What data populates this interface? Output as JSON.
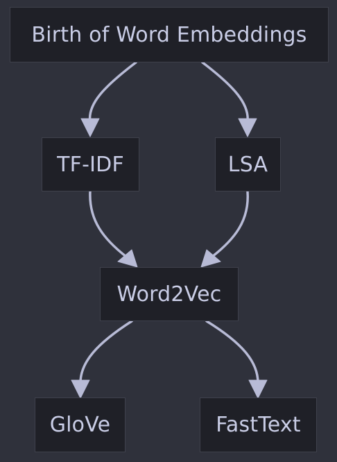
{
  "diagram": {
    "nodes": {
      "root": {
        "label": "Birth of Word Embeddings"
      },
      "tfidf": {
        "label": "TF-IDF"
      },
      "lsa": {
        "label": "LSA"
      },
      "word2vec": {
        "label": "Word2Vec"
      },
      "glove": {
        "label": "GloVe"
      },
      "fasttext": {
        "label": "FastText"
      }
    },
    "edges": [
      {
        "from": "root",
        "to": "tfidf"
      },
      {
        "from": "root",
        "to": "lsa"
      },
      {
        "from": "tfidf",
        "to": "word2vec"
      },
      {
        "from": "lsa",
        "to": "word2vec"
      },
      {
        "from": "word2vec",
        "to": "glove"
      },
      {
        "from": "word2vec",
        "to": "fasttext"
      }
    ],
    "colors": {
      "background": "#2f313b",
      "node_fill": "#1f2027",
      "node_border": "#3f414c",
      "text": "#c9cde6",
      "edge": "#b8bbd6"
    }
  }
}
